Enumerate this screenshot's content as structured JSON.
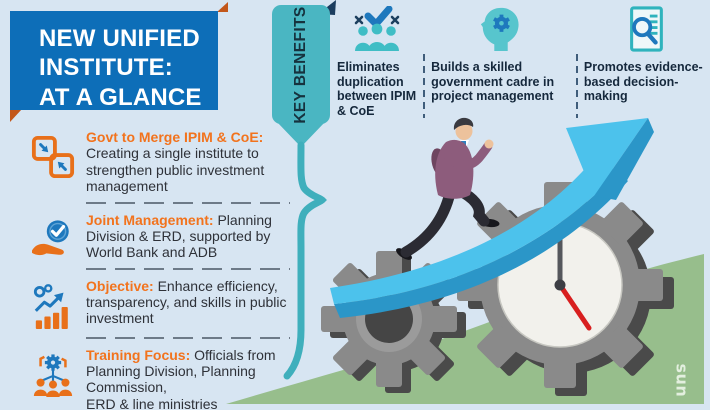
{
  "title": {
    "text": "NEW UNIFIED\nINSTITUTE:\nAT A GLANCE"
  },
  "ribbon": {
    "label": "KEY BENEFITS"
  },
  "benefits": [
    {
      "icon": "team-check-icon",
      "text": "Eliminates duplication between IPIM & CoE"
    },
    {
      "icon": "head-gear-icon",
      "text": "Builds a skilled government cadre in project management"
    },
    {
      "icon": "doc-search-icon",
      "text": "Promotes evidence-based decision-making"
    }
  ],
  "bullets": [
    {
      "icon": "merge-icon",
      "heading": "Govt to Merge IPIM & CoE:",
      "body": "Creating a single institute to strengthen public investment management"
    },
    {
      "icon": "endorse-icon",
      "heading": "Joint Management:",
      "body": "Planning Division & ERD, supported by World Bank and ADB"
    },
    {
      "icon": "growth-icon",
      "heading": "Objective:",
      "body": "Enhance efficiency, transparency, and skills in public investment"
    },
    {
      "icon": "training-icon",
      "heading": "Training Focus:",
      "body": "Officials from Planning Division, Planning Commission,\nERD & line ministries"
    }
  ],
  "logo": {
    "text": "sun"
  },
  "colors": {
    "background": "#d7e5f2",
    "title_blue": "#0d6eb8",
    "fold_orange": "#c2571b",
    "ribbon_teal": "#4ab6c2",
    "accent_orange": "#f2731d",
    "icon_blue": "#1e78bd",
    "icon_teal": "#3fbdc5",
    "arrow_light": "#4cc2ec",
    "arrow_dark": "#2b96c8",
    "hill_green": "#97be8c",
    "gear_gray": "#8a8a8a",
    "clock_red": "#d81f1f",
    "text_dark": "#15283c"
  }
}
